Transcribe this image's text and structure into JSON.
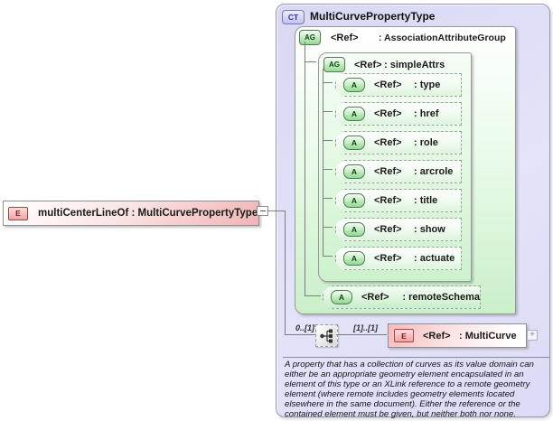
{
  "diagram": {
    "shared": {
      "ref": "<Ref>",
      "a_icon": "A",
      "ag_icon": "AG",
      "e_icon": "E",
      "ct_icon": "CT",
      "plus": "+"
    },
    "element": {
      "label": "multiCenterLineOf : MultiCurvePropertyType"
    },
    "complex_type": {
      "title": "MultiCurvePropertyType",
      "attribute_group": {
        "name": ": AssociationAttributeGroup",
        "simple_attrs": {
          "name": ": simpleAttrs",
          "attributes": [
            {
              "name": ": type"
            },
            {
              "name": ": href"
            },
            {
              "name": ": role"
            },
            {
              "name": ": arcrole"
            },
            {
              "name": ": title"
            },
            {
              "name": ": show"
            },
            {
              "name": ": actuate"
            }
          ]
        },
        "remote_schema": {
          "name": ": remoteSchema"
        }
      },
      "sequence": {
        "occurs_before": "0..[1]",
        "occurs_after": "[1]..[1]"
      },
      "child_element": {
        "name": ": MultiCurve"
      },
      "annotation": "A property that has a collection of curves as its value domain can either be an appropriate geometry element encapsulated in an element of this type or an XLink reference to a remote geometry element (where remote includes geometry elements located elsewhere in the same document). Either the reference or the contained element must be given, but neither both nor none."
    },
    "colors": {
      "container": "#dcdcf7",
      "element_fill": "#f0b4b4",
      "group_fill": "#caefca",
      "line": "#7d7d7d"
    }
  }
}
